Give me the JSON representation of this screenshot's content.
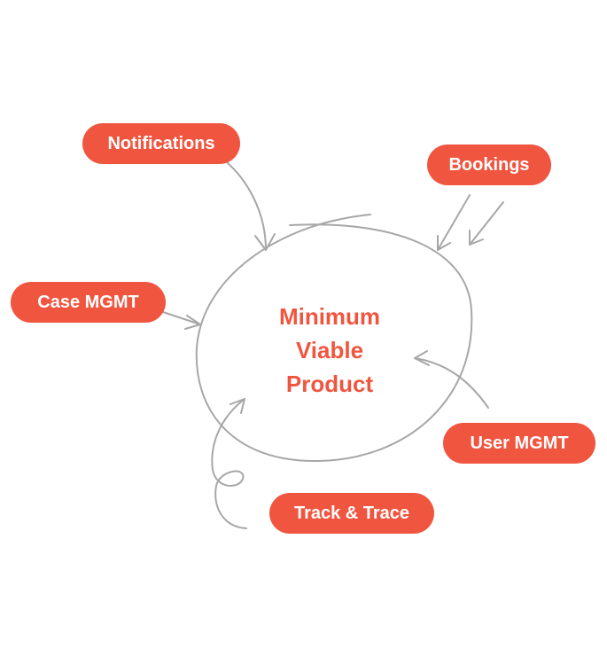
{
  "center": {
    "line1": "Minimum",
    "line2": "Viable",
    "line3": "Product"
  },
  "features": {
    "notifications": "Notifications",
    "bookings": "Bookings",
    "case_mgmt": "Case MGMT",
    "user_mgmt": "User MGMT",
    "track_trace": "Track & Trace"
  },
  "colors": {
    "accent": "#f0553f",
    "line": "#a7a7a7",
    "background": "#ffffff"
  }
}
